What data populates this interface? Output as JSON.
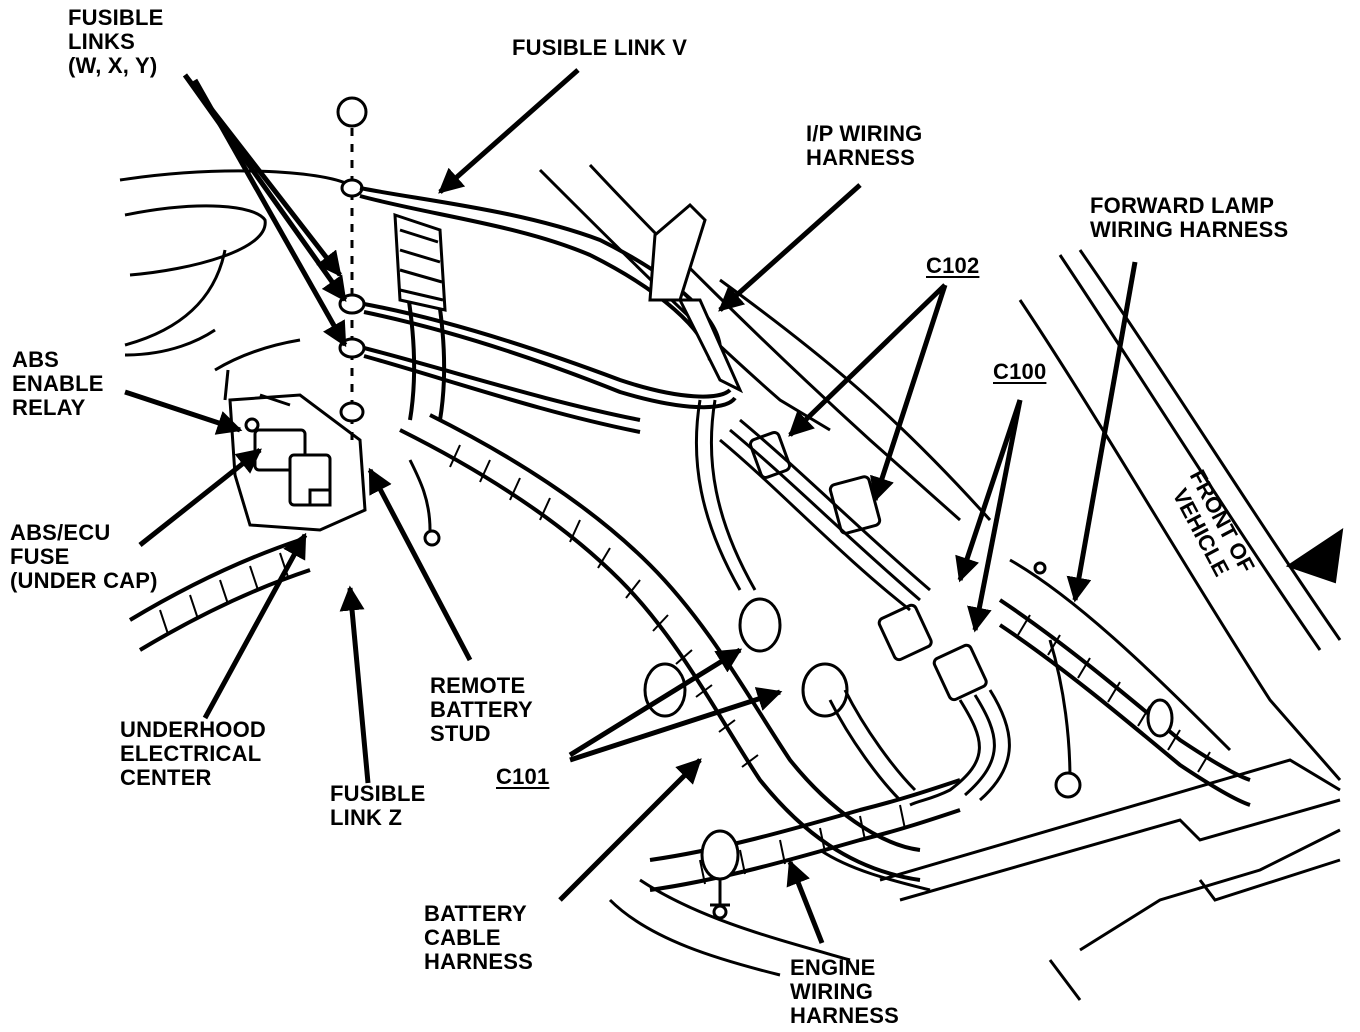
{
  "diagram": {
    "labels": {
      "fusible_links_wxy": [
        "FUSIBLE",
        "LINKS",
        "(W, X, Y)"
      ],
      "fusible_link_v": "FUSIBLE LINK V",
      "ip_wiring_harness": [
        "I/P WIRING",
        "HARNESS"
      ],
      "forward_lamp_harness": [
        "FORWARD LAMP",
        "WIRING HARNESS"
      ],
      "c102": "C102",
      "c100": "C100",
      "abs_enable_relay": [
        "ABS",
        "ENABLE",
        "RELAY"
      ],
      "abs_ecu_fuse": [
        "ABS/ECU",
        "FUSE",
        "(UNDER CAP)"
      ],
      "underhood_electrical_center": [
        "UNDERHOOD",
        "ELECTRICAL",
        "CENTER"
      ],
      "fusible_link_z": [
        "FUSIBLE",
        "LINK Z"
      ],
      "remote_battery_stud": [
        "REMOTE",
        "BATTERY",
        "STUD"
      ],
      "c101": "C101",
      "battery_cable_harness": [
        "BATTERY",
        "CABLE",
        "HARNESS"
      ],
      "engine_wiring_harness": [
        "ENGINE",
        "WIRING",
        "HARNESS"
      ],
      "front_of_vehicle": [
        "FRONT OF",
        "VEHICLE"
      ]
    },
    "colors": {
      "ink": "#000000",
      "paper": "#ffffff"
    }
  }
}
